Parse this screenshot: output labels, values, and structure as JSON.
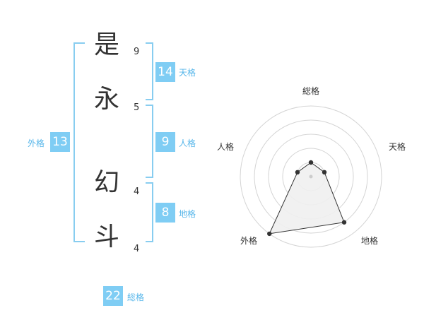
{
  "name": {
    "chars": [
      {
        "char": "是",
        "strokes": "9"
      },
      {
        "char": "永",
        "strokes": "5"
      },
      {
        "char": "幻",
        "strokes": "4"
      },
      {
        "char": "斗",
        "strokes": "4"
      }
    ]
  },
  "scores": {
    "tenkaku": {
      "value": "14",
      "label": "天格"
    },
    "jinkaku": {
      "value": "9",
      "label": "人格"
    },
    "chikaku": {
      "value": "8",
      "label": "地格"
    },
    "gaikaku": {
      "value": "13",
      "label": "外格"
    },
    "soukaku": {
      "value": "22",
      "label": "総格"
    }
  },
  "chart_data": {
    "type": "radar",
    "axes": [
      "総格",
      "天格",
      "地格",
      "外格",
      "人格"
    ],
    "values": [
      1,
      1,
      4,
      5,
      1
    ],
    "rmax": 5,
    "rings": 5,
    "colors": {
      "ring": "#d4d4d4",
      "fill": "#efefef",
      "stroke": "#333333",
      "point": "#333333",
      "center": "#cccccc"
    }
  }
}
